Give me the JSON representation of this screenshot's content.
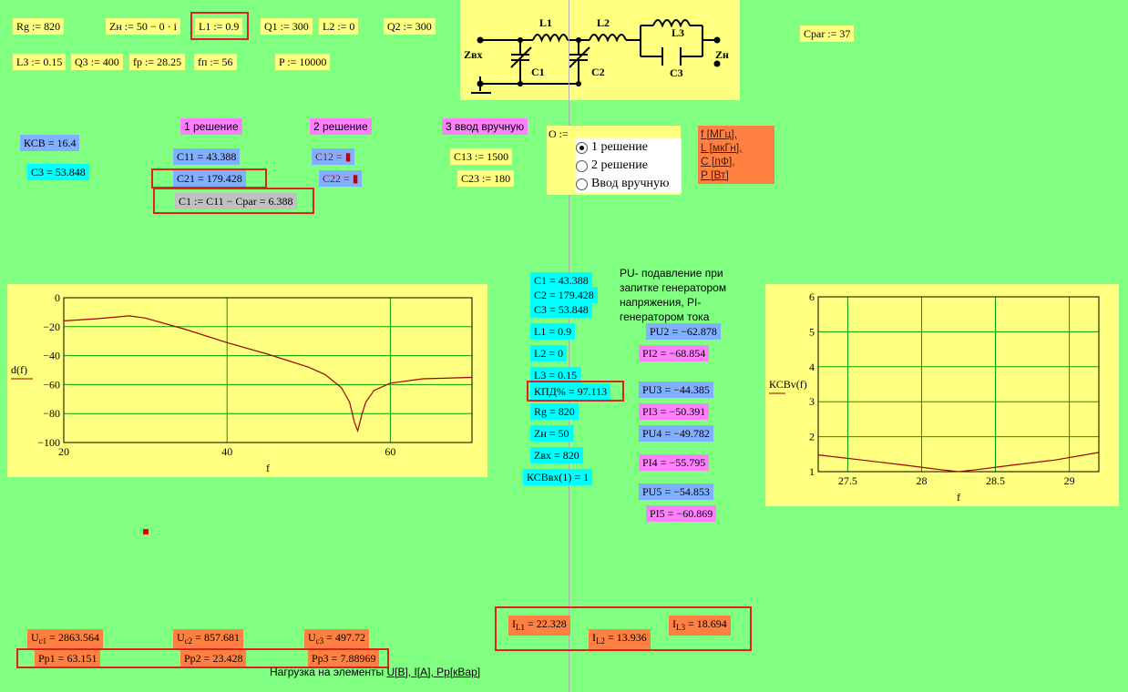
{
  "params": {
    "rg": "Rg := 820",
    "zn": "Zн := 50 − 0 · i",
    "l1": "L1 := 0.9",
    "q1": "Q1 := 300",
    "l2": "L2 := 0",
    "q2": "Q2 := 300",
    "l3": "L3 := 0.15",
    "q3": "Q3 := 400",
    "fp": "fp := 28.25",
    "fn": "fп := 56",
    "p": "P := 10000",
    "cpar": "Cpar := 37"
  },
  "circuit": {
    "labels": {
      "l1": "L1",
      "l2": "L2",
      "l3": "L3",
      "c1": "C1",
      "c2": "C2",
      "c3": "C3",
      "zin": "Zвх",
      "zload": "Zн"
    }
  },
  "solutions": {
    "h1": "1 решение",
    "h2": "2 решение",
    "h3": "3 ввод вручную",
    "ksv": "КСВ = 16.4",
    "c3": "C3 = 53.848",
    "c11": "C11 = 43.388",
    "c21": "C21 = 179.428",
    "c1calc": "C1 := C11 − Cpar = 6.388",
    "c12": "C12 = ▮",
    "c22": "C22 = ▮",
    "c13": "C13 := 1500",
    "c23": "C23 := 180"
  },
  "selector": {
    "label": "O :=",
    "options": [
      "1 решение",
      "2 решение",
      "Ввод вручную"
    ],
    "selected": 0
  },
  "units": [
    "f [МГц],",
    "L [мкГн],",
    "C [пФ],",
    "P [Вт]"
  ],
  "results": {
    "c1": "C1 = 43.388",
    "c2": "C2 = 179.428",
    "c3": "C3 = 53.848",
    "l1": "L1 = 0.9",
    "l2": "L2 = 0",
    "l3": "L3 = 0.15",
    "kpd": "КПД% = 97.113",
    "rg": "Rg = 820",
    "zn": "Zн = 50",
    "zvx": "Zвх = 820",
    "ksvvx": "КСВвх(1) = 1"
  },
  "note": "PU- подавление при запитке генератором напряжения, PI- генератором тока",
  "suppression": {
    "pu2": "PU2 = −62.878",
    "pi2": "PI2 = −68.854",
    "pu3": "PU3 = −44.385",
    "pi3": "PI3 = −50.391",
    "pu4": "PU4 = −49.782",
    "pi4": "PI4 = −55.795",
    "pu5": "PU5 = −54.853",
    "pi5": "PI5 = −60.869"
  },
  "voltages": {
    "uc1_sym": "U",
    "uc1_sub": "c1",
    "uc1_val": " = 2863.564",
    "uc2_sym": "U",
    "uc2_sub": "c2",
    "uc2_val": " = 857.681",
    "uc3_sym": "U",
    "uc3_sub": "c3",
    "uc3_val": " = 497.72",
    "pp1": "Pp1 = 63.151",
    "pp2": "Pp2 = 23.428",
    "pp3": "Pp3 = 7.88969"
  },
  "currents": {
    "il1_sym": "I",
    "il1_sub": "L1",
    "il1_val": " = 22.328",
    "il2_sym": "I",
    "il2_sub": "L2",
    "il2_val": " = 13.936",
    "il3_sym": "I",
    "il3_sub": "L3",
    "il3_val": " = 18.694"
  },
  "footer": {
    "prefix": "Нагрузка на элементы ",
    "link": "U[В], I[А], Pp[кВар]"
  },
  "chart_data": [
    {
      "type": "line",
      "ylabel": "d(f)",
      "xlabel": "f",
      "xlim": [
        20,
        70
      ],
      "ylim": [
        -100,
        0
      ],
      "xticks": [
        20,
        40,
        60
      ],
      "yticks": [
        0,
        -20,
        -40,
        -60,
        -80,
        -100
      ],
      "grid": true,
      "color": "#a00000",
      "x": [
        20,
        24,
        28,
        30,
        35,
        40,
        45,
        50,
        52,
        54,
        55,
        55.6,
        56,
        56.5,
        57,
        58,
        60,
        64,
        70
      ],
      "y": [
        -16,
        -14.5,
        -12.5,
        -14,
        -22,
        -31,
        -39,
        -48,
        -53,
        -62,
        -72,
        -86,
        -92,
        -81,
        -72,
        -64,
        -59,
        -56,
        -55
      ]
    },
    {
      "type": "line",
      "ylabel": "КСВv(f)",
      "xlabel": "f",
      "xlim": [
        27.3,
        29.2
      ],
      "ylim": [
        1,
        6
      ],
      "xticks": [
        27.5,
        28,
        28.5,
        29
      ],
      "yticks": [
        1,
        2,
        3,
        4,
        5,
        6
      ],
      "grid": true,
      "color": "#a00000",
      "x": [
        27.3,
        27.6,
        27.9,
        28.1,
        28.25,
        28.4,
        28.6,
        28.9,
        29.2
      ],
      "y": [
        1.48,
        1.33,
        1.18,
        1.07,
        1.0,
        1.07,
        1.18,
        1.33,
        1.55
      ]
    }
  ]
}
